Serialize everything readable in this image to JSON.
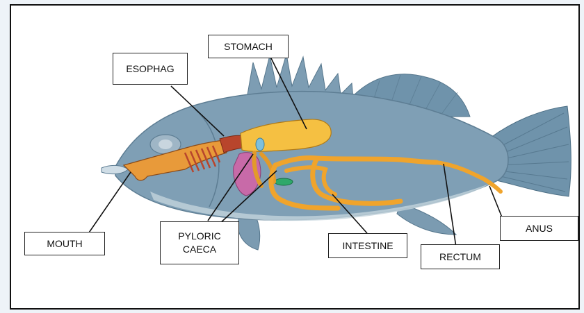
{
  "diagram": {
    "labels": {
      "esophag": "ESOPHAG",
      "stomach": "STOMACH",
      "mouth": "MOUTH",
      "pyloric_caeca_line1": "PYLORIC",
      "pyloric_caeca_line2": "CAECA",
      "intestine": "INTESTINE",
      "rectum": "RECTUM",
      "anus": "ANUS"
    }
  },
  "colors": {
    "fish_body": "#7f9fb5",
    "fish_belly": "#c3d3dc",
    "fins": "#6f93ab",
    "gut_orange": "#f0a42c",
    "stomach_yellow": "#f5c042",
    "liver_pink": "#c86aa8",
    "gill_red": "#b8452c",
    "leader_line": "#111111",
    "frame_border": "#111111"
  }
}
